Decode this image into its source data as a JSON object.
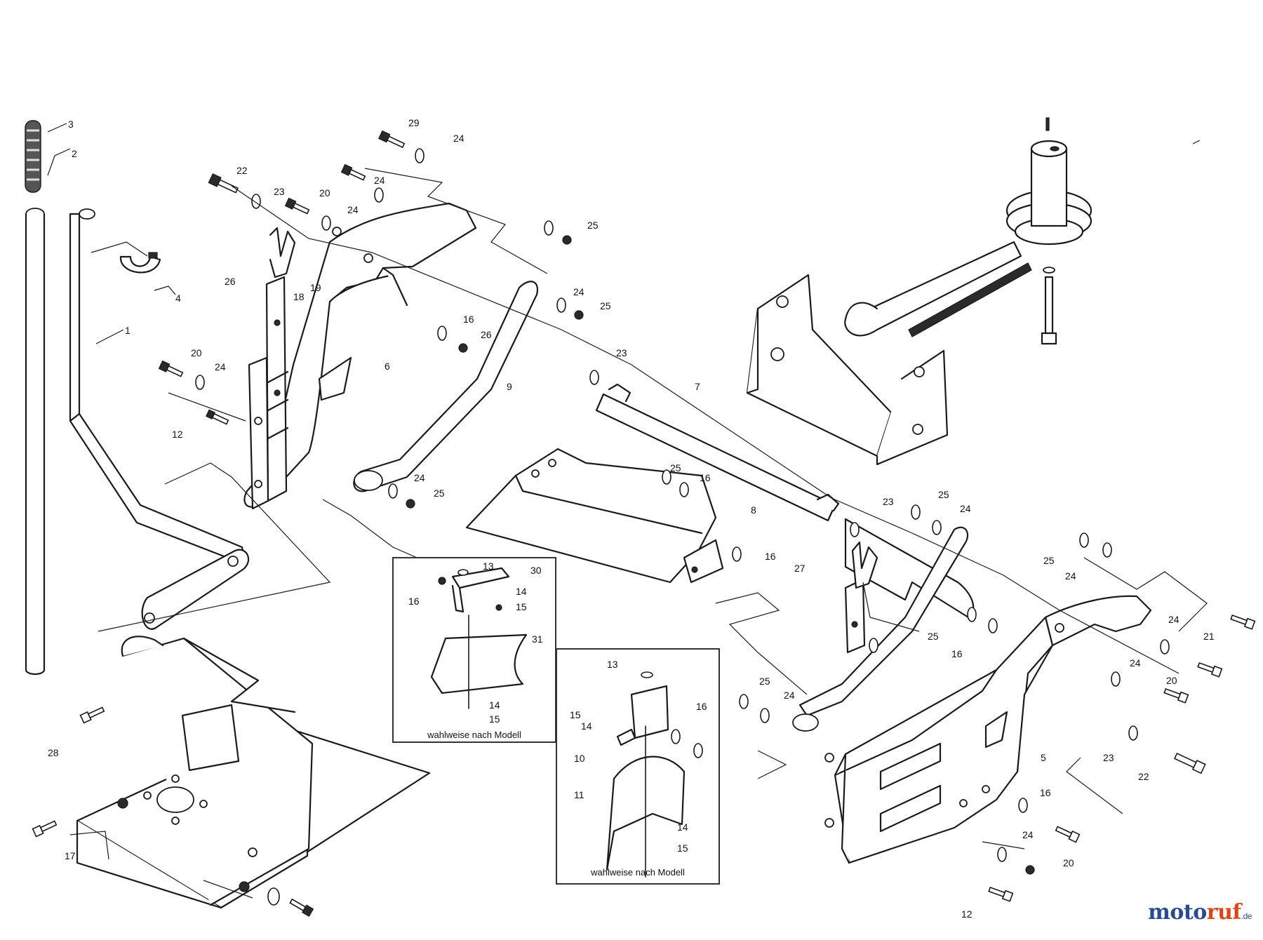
{
  "diagram": {
    "callouts": [
      {
        "id": "c3",
        "text": "3"
      },
      {
        "id": "c2",
        "text": "2"
      },
      {
        "id": "c4",
        "text": "4"
      },
      {
        "id": "c1",
        "text": "1"
      },
      {
        "id": "c29",
        "text": "29"
      },
      {
        "id": "c24a",
        "text": "24"
      },
      {
        "id": "c22a",
        "text": "22"
      },
      {
        "id": "c23a",
        "text": "23"
      },
      {
        "id": "c20a",
        "text": "20"
      },
      {
        "id": "c24b",
        "text": "24"
      },
      {
        "id": "c24c",
        "text": "24"
      },
      {
        "id": "c25a",
        "text": "25"
      },
      {
        "id": "c26a",
        "text": "26"
      },
      {
        "id": "c18",
        "text": "18"
      },
      {
        "id": "c19",
        "text": "19"
      },
      {
        "id": "c24d",
        "text": "24"
      },
      {
        "id": "c25b",
        "text": "25"
      },
      {
        "id": "c16a",
        "text": "16"
      },
      {
        "id": "c26b",
        "text": "26"
      },
      {
        "id": "c6",
        "text": "6"
      },
      {
        "id": "c9",
        "text": "9"
      },
      {
        "id": "c23b",
        "text": "23"
      },
      {
        "id": "c20b",
        "text": "20"
      },
      {
        "id": "c24e",
        "text": "24"
      },
      {
        "id": "c12a",
        "text": "12"
      },
      {
        "id": "c7",
        "text": "7"
      },
      {
        "id": "c24f",
        "text": "24"
      },
      {
        "id": "c25c",
        "text": "25"
      },
      {
        "id": "c25d",
        "text": "25"
      },
      {
        "id": "c16b",
        "text": "16"
      },
      {
        "id": "c8",
        "text": "8"
      },
      {
        "id": "c23c",
        "text": "23"
      },
      {
        "id": "c25e",
        "text": "25"
      },
      {
        "id": "c24g",
        "text": "24"
      },
      {
        "id": "c16c",
        "text": "16"
      },
      {
        "id": "c27",
        "text": "27"
      },
      {
        "id": "c25f",
        "text": "25"
      },
      {
        "id": "c24h",
        "text": "24"
      },
      {
        "id": "c25g",
        "text": "25"
      },
      {
        "id": "c16d",
        "text": "16"
      },
      {
        "id": "c24i",
        "text": "24"
      },
      {
        "id": "c21",
        "text": "21"
      },
      {
        "id": "c24j",
        "text": "24"
      },
      {
        "id": "c20c",
        "text": "20"
      },
      {
        "id": "c25h",
        "text": "25"
      },
      {
        "id": "c24k",
        "text": "24"
      },
      {
        "id": "c23d",
        "text": "23"
      },
      {
        "id": "c22b",
        "text": "22"
      },
      {
        "id": "c5",
        "text": "5"
      },
      {
        "id": "c16e",
        "text": "16"
      },
      {
        "id": "c24l",
        "text": "24"
      },
      {
        "id": "c20d",
        "text": "20"
      },
      {
        "id": "c12b",
        "text": "12"
      },
      {
        "id": "c28",
        "text": "28"
      },
      {
        "id": "c17",
        "text": "17"
      },
      {
        "id": "i13a",
        "text": "13"
      },
      {
        "id": "i30",
        "text": "30"
      },
      {
        "id": "i14a",
        "text": "14"
      },
      {
        "id": "i16",
        "text": "16"
      },
      {
        "id": "i15a",
        "text": "15"
      },
      {
        "id": "i31",
        "text": "31"
      },
      {
        "id": "i14b",
        "text": "14"
      },
      {
        "id": "i15b",
        "text": "15"
      },
      {
        "id": "j13",
        "text": "13"
      },
      {
        "id": "j15a",
        "text": "15"
      },
      {
        "id": "j14a",
        "text": "14"
      },
      {
        "id": "j16",
        "text": "16"
      },
      {
        "id": "j10",
        "text": "10"
      },
      {
        "id": "j11",
        "text": "11"
      },
      {
        "id": "j14b",
        "text": "14"
      },
      {
        "id": "j15b",
        "text": "15"
      }
    ],
    "inset_captions": {
      "inset_left": "wahlweise nach Modell",
      "inset_right": "wahlweise nach Modell"
    }
  },
  "brand": {
    "part1": "moto",
    "part2": "ruf",
    "part3": ".de"
  }
}
